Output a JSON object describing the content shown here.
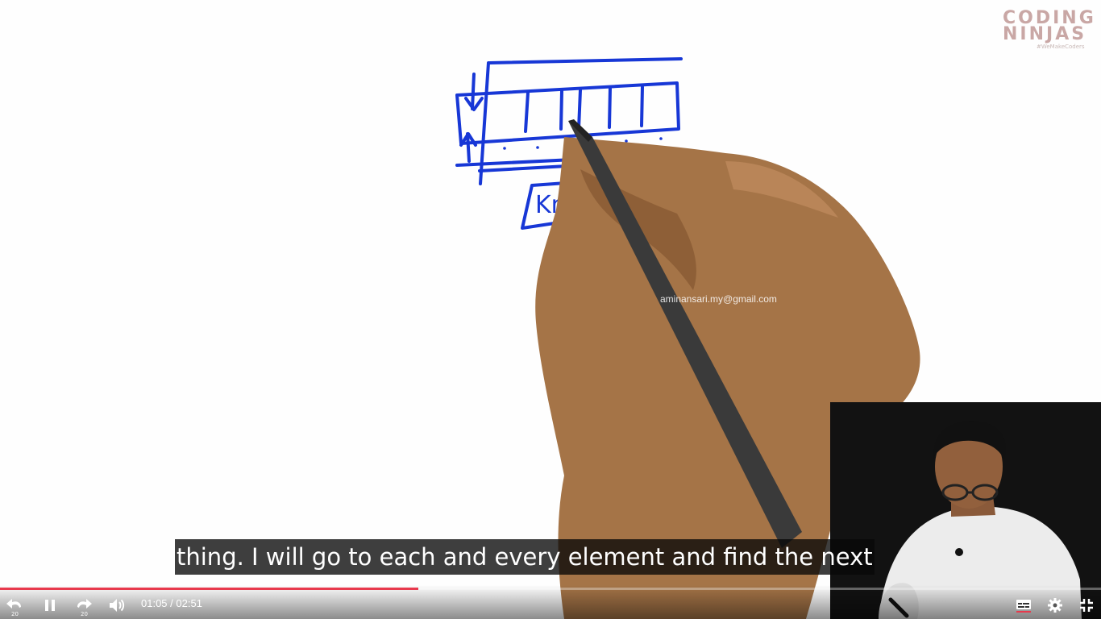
{
  "logo": {
    "line1": "CODING",
    "line2": "NINJAS",
    "tagline": "#WeMakeCoders"
  },
  "watermark": "aminansari.my@gmail.com",
  "caption": "thing. I will go to each and every element and find the next",
  "player": {
    "current_time": "01:05",
    "separator": "/",
    "duration": "02:51",
    "progress_fraction": 0.38,
    "rewind_seconds": "20",
    "forward_seconds": "20",
    "accent_color": "#e8394d"
  },
  "icons": {
    "rewind": "rewind-20-icon",
    "pause": "pause-icon",
    "forward": "forward-20-icon",
    "volume": "volume-icon",
    "subtitles": "subtitles-icon",
    "settings": "gear-icon",
    "exit_fullscreen": "exit-fullscreen-icon"
  },
  "drawing": {
    "box_label": "Kn"
  }
}
